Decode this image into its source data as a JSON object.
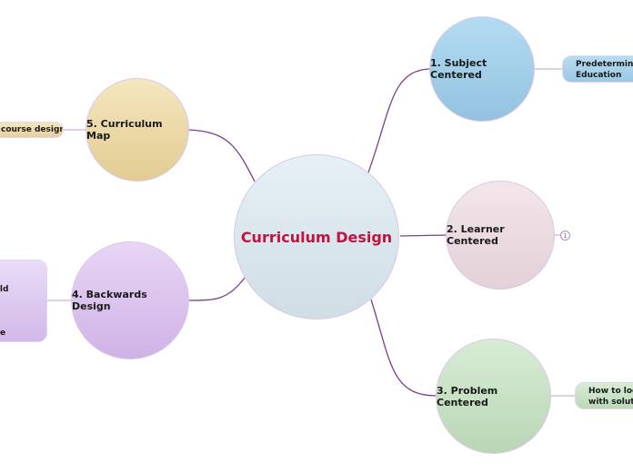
{
  "central": {
    "label": "Curriculum Design",
    "color": "#c0143c"
  },
  "branches": [
    {
      "label": "1. Subject Centered",
      "child": "Predetermined\nEducation",
      "color": "#a9d3ec"
    },
    {
      "label": "2. Learner Centered",
      "badge": "1",
      "color": "#eedde3"
    },
    {
      "label": "3. Problem Centered",
      "child": "How to look\nwith solutio",
      "color": "#cfe6cb"
    },
    {
      "label": "4. Backwards Design",
      "child": "  to\n\n  ould\n  t?\n  s,\n  \nedge",
      "color": "#dcc6ee"
    },
    {
      "label": "5. Curriculum Map",
      "child": "course design",
      "color": "#f0dfb0"
    }
  ],
  "line_color": "#7a3f8f"
}
